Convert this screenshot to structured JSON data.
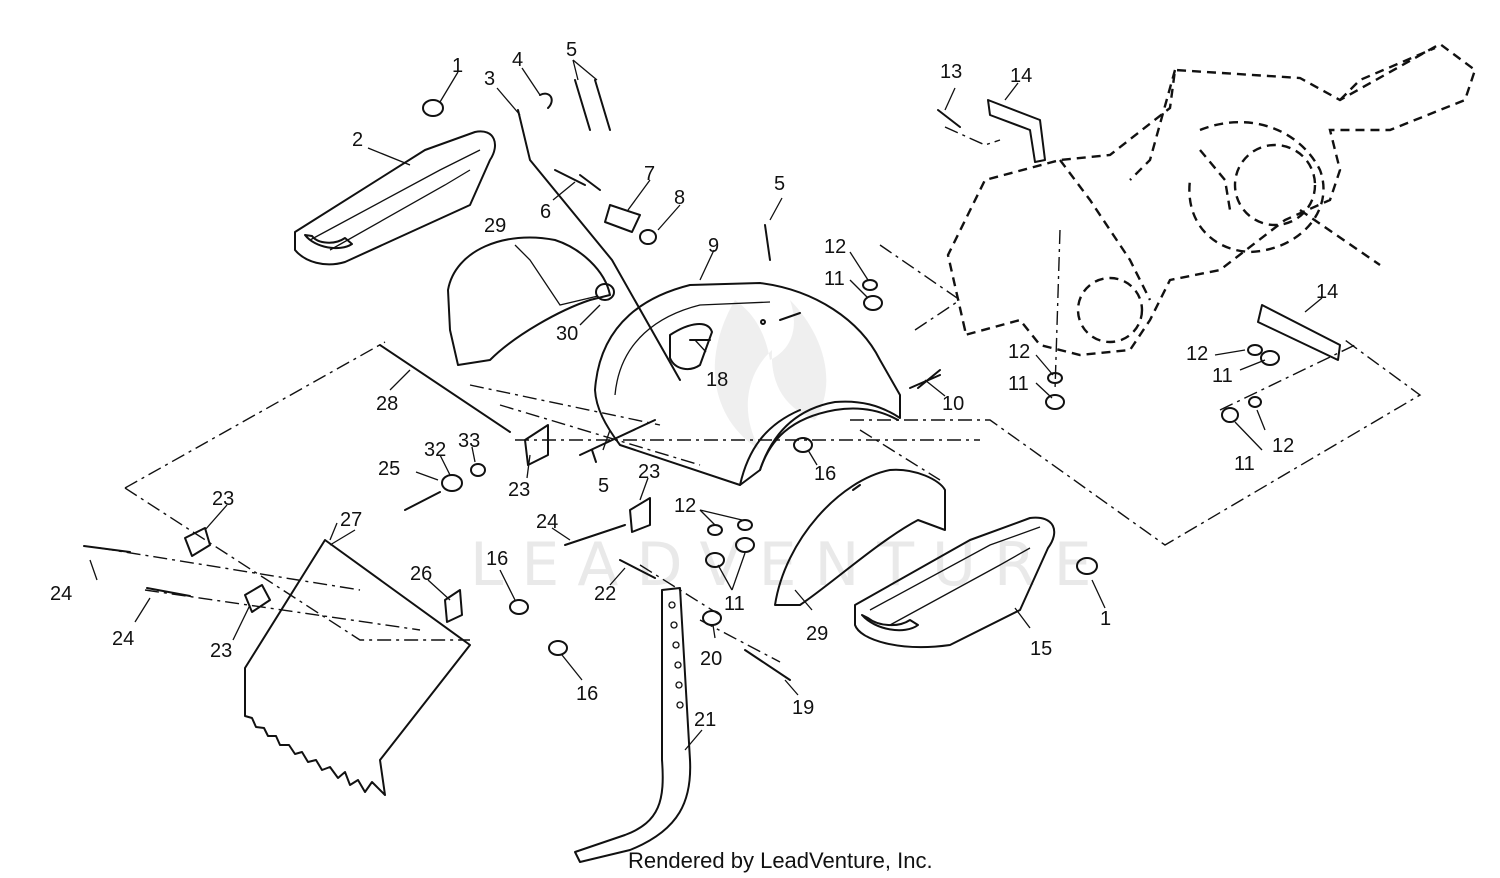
{
  "callouts": [
    {
      "id": "c1a",
      "label": "1"
    },
    {
      "id": "c1b",
      "label": "1"
    },
    {
      "id": "c2",
      "label": "2"
    },
    {
      "id": "c3",
      "label": "3"
    },
    {
      "id": "c4",
      "label": "4"
    },
    {
      "id": "c5a",
      "label": "5"
    },
    {
      "id": "c5b",
      "label": "5"
    },
    {
      "id": "c5c",
      "label": "5"
    },
    {
      "id": "c6",
      "label": "6"
    },
    {
      "id": "c7",
      "label": "7"
    },
    {
      "id": "c8",
      "label": "8"
    },
    {
      "id": "c9",
      "label": "9"
    },
    {
      "id": "c10",
      "label": "10"
    },
    {
      "id": "c11a",
      "label": "11"
    },
    {
      "id": "c11b",
      "label": "11"
    },
    {
      "id": "c11c",
      "label": "11"
    },
    {
      "id": "c11d",
      "label": "11"
    },
    {
      "id": "c11e",
      "label": "11"
    },
    {
      "id": "c12a",
      "label": "12"
    },
    {
      "id": "c12b",
      "label": "12"
    },
    {
      "id": "c12c",
      "label": "12"
    },
    {
      "id": "c12d",
      "label": "12"
    },
    {
      "id": "c12e",
      "label": "12"
    },
    {
      "id": "c13",
      "label": "13"
    },
    {
      "id": "c14a",
      "label": "14"
    },
    {
      "id": "c14b",
      "label": "14"
    },
    {
      "id": "c15",
      "label": "15"
    },
    {
      "id": "c16a",
      "label": "16"
    },
    {
      "id": "c16b",
      "label": "16"
    },
    {
      "id": "c16c",
      "label": "16"
    },
    {
      "id": "c18",
      "label": "18"
    },
    {
      "id": "c19",
      "label": "19"
    },
    {
      "id": "c20",
      "label": "20"
    },
    {
      "id": "c21",
      "label": "21"
    },
    {
      "id": "c22",
      "label": "22"
    },
    {
      "id": "c23a",
      "label": "23"
    },
    {
      "id": "c23b",
      "label": "23"
    },
    {
      "id": "c23c",
      "label": "23"
    },
    {
      "id": "c23d",
      "label": "23"
    },
    {
      "id": "c24a",
      "label": "24"
    },
    {
      "id": "c24b",
      "label": "24"
    },
    {
      "id": "c24c",
      "label": "24"
    },
    {
      "id": "c25",
      "label": "25"
    },
    {
      "id": "c26",
      "label": "26"
    },
    {
      "id": "c27",
      "label": "27"
    },
    {
      "id": "c28",
      "label": "28"
    },
    {
      "id": "c29a",
      "label": "29"
    },
    {
      "id": "c29b",
      "label": "29"
    },
    {
      "id": "c30",
      "label": "30"
    },
    {
      "id": "c32",
      "label": "32"
    },
    {
      "id": "c33",
      "label": "33"
    }
  ],
  "credit": "Rendered by LeadVenture, Inc.",
  "watermark": "LEADVENTURE"
}
